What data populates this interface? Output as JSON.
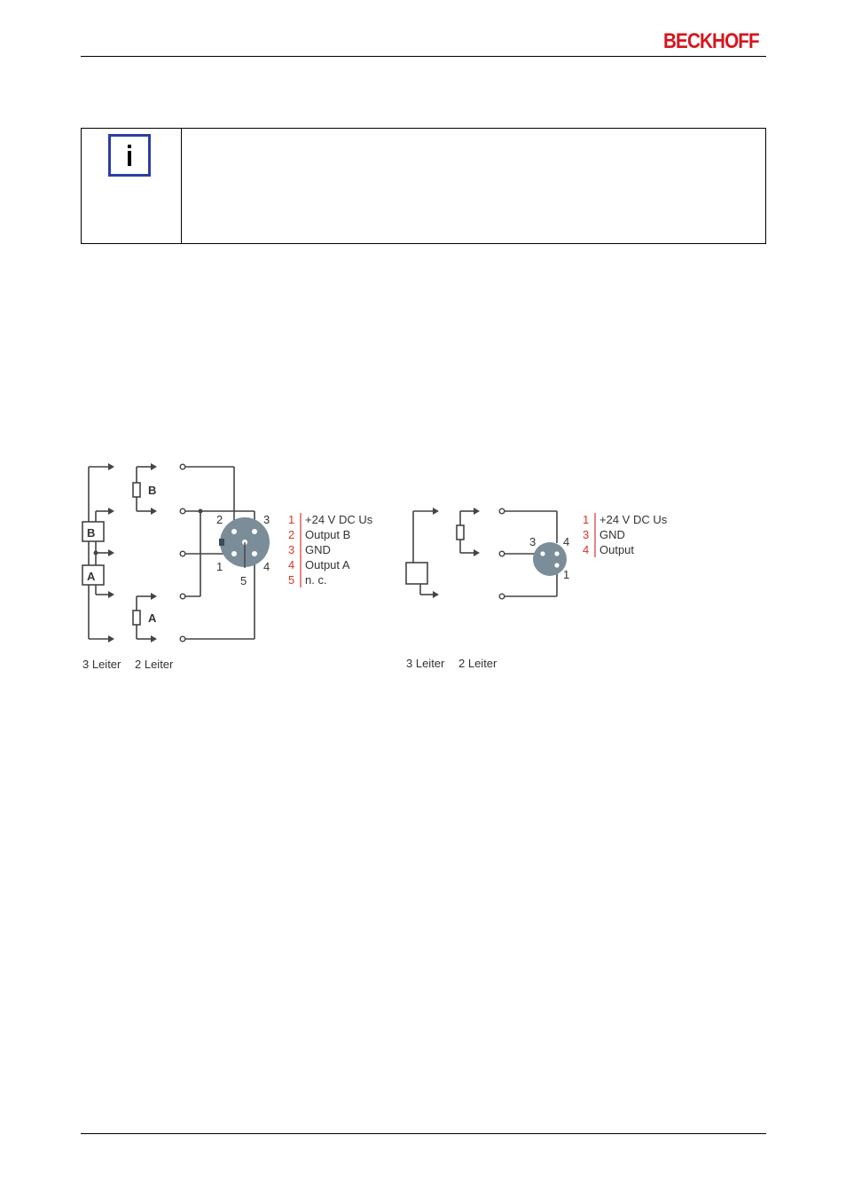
{
  "header": {
    "brand": "BECKHOFF"
  },
  "note": {
    "icon": "info-icon",
    "accent_color": "#2c3ea0"
  },
  "diagram_left": {
    "sensor_labels": [
      "B",
      "A"
    ],
    "resistor_labels": [
      "B",
      "A"
    ],
    "pin_numbers": [
      "2",
      "3",
      "1",
      "5",
      "4"
    ],
    "pinout": [
      {
        "pin": "1",
        "label": "+24 V DC Us"
      },
      {
        "pin": "2",
        "label": "Output B"
      },
      {
        "pin": "3",
        "label": "GND"
      },
      {
        "pin": "4",
        "label": "Output A"
      },
      {
        "pin": "5",
        "label": "n. c."
      }
    ],
    "caption_3wire": "3 Leiter",
    "caption_2wire": "2 Leiter"
  },
  "diagram_right": {
    "pin_numbers": [
      "3",
      "4",
      "1"
    ],
    "pinout": [
      {
        "pin": "1",
        "label": "+24 V DC Us"
      },
      {
        "pin": "3",
        "label": "GND"
      },
      {
        "pin": "4",
        "label": "Output"
      }
    ],
    "caption_3wire": "3 Leiter",
    "caption_2wire": "2 Leiter"
  },
  "colors": {
    "brand": "#d5161e",
    "pin_number": "#d9342b",
    "connector": "#7b8d98",
    "line": "#444444"
  }
}
